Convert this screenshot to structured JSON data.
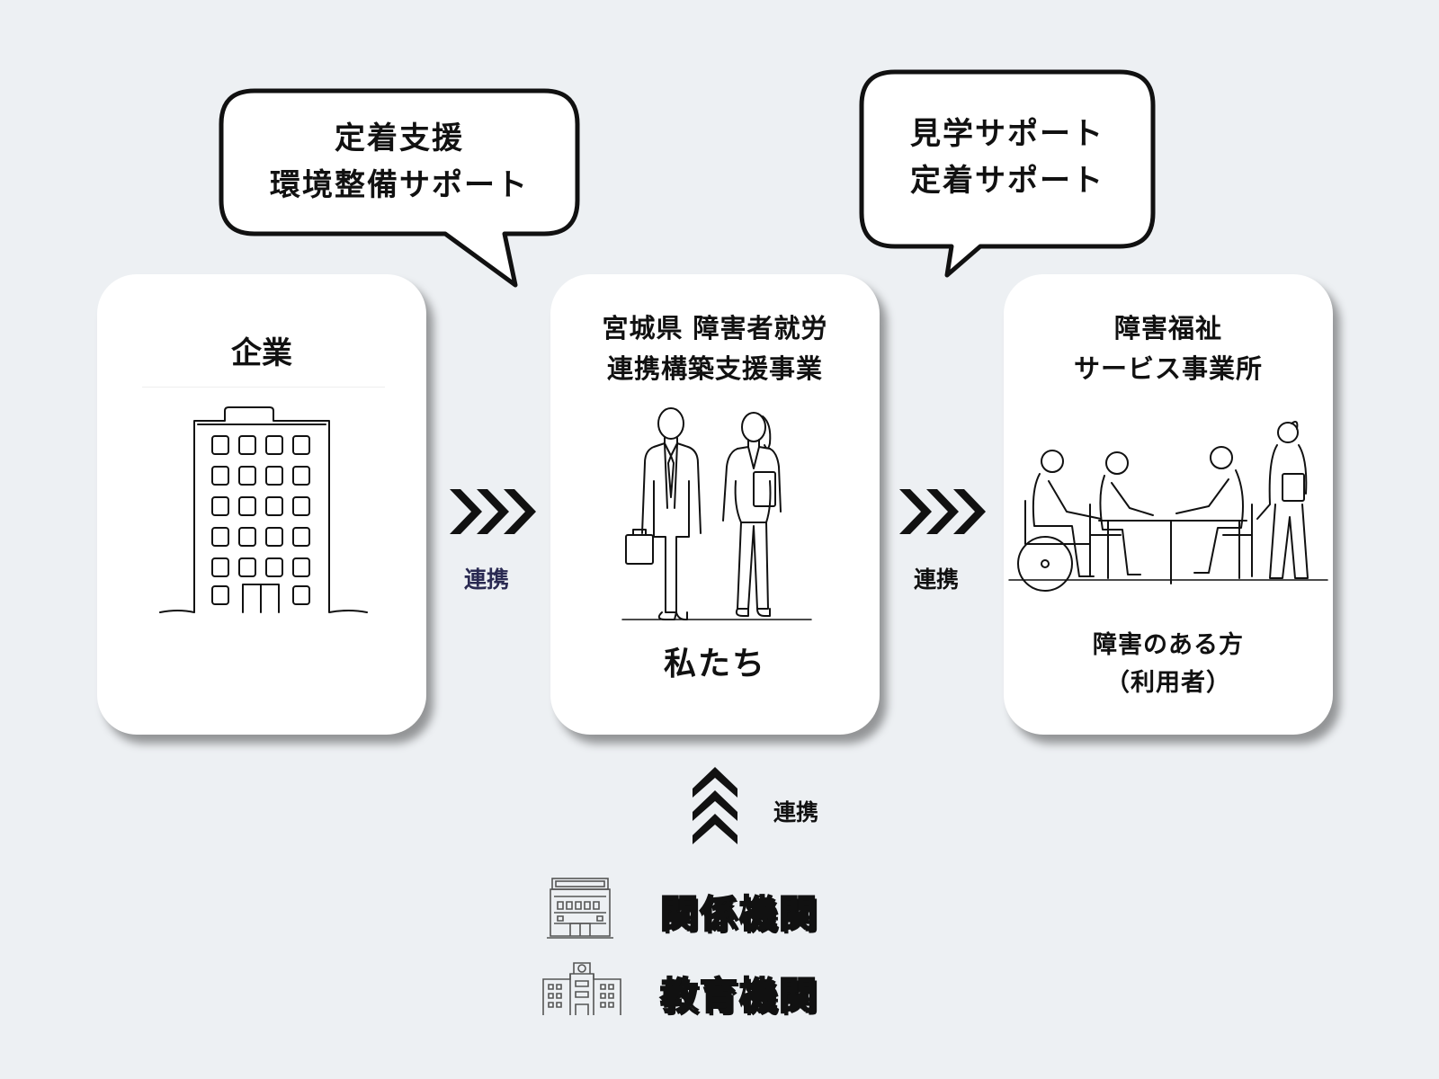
{
  "bubbles": {
    "left": {
      "line1": "定着支援",
      "line2": "環境整備サポート"
    },
    "right": {
      "line1": "見学サポート",
      "line2": "定着サポート"
    }
  },
  "cards": {
    "company": {
      "title": "企業"
    },
    "us": {
      "title_line1": "宮城県 障害者就労",
      "title_line2": "連携構築支援事業",
      "caption": "私たち"
    },
    "welfare": {
      "title_line1": "障害福祉",
      "title_line2": "サービス事業所",
      "caption_line1": "障害のある方",
      "caption_line2": "（利用者）"
    }
  },
  "links": {
    "left_label": "連携",
    "right_label": "連携",
    "bottom_label": "連携"
  },
  "institutions": [
    {
      "label": "関係機関",
      "icon": "government-building-icon"
    },
    {
      "label": "教育機関",
      "icon": "school-building-icon"
    }
  ],
  "colors": {
    "background": "#edf0f3",
    "card": "#ffffff",
    "ink": "#111111",
    "left_link_label": "#2a2a52"
  }
}
